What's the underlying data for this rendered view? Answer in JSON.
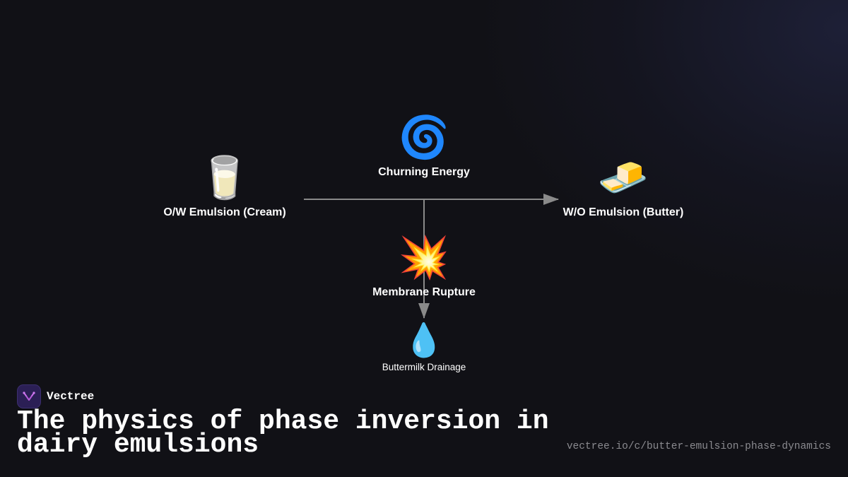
{
  "diagram": {
    "nodes": [
      {
        "id": "cream",
        "icon": "milk-glass",
        "glyph": "🥛",
        "label": "O/W Emulsion (Cream)"
      },
      {
        "id": "energy",
        "icon": "cyclone",
        "glyph": "🌀",
        "label": "Churning Energy"
      },
      {
        "id": "butter",
        "icon": "butter",
        "glyph": "🧈",
        "label": "W/O Emulsion (Butter)"
      },
      {
        "id": "rupture",
        "icon": "collision",
        "glyph": "💥",
        "label": "Membrane Rupture"
      },
      {
        "id": "buttermilk",
        "icon": "droplet",
        "glyph": "💧",
        "label": "Buttermilk Drainage"
      }
    ],
    "edges": [
      {
        "from": "cream",
        "to": "butter"
      },
      {
        "from": "energy",
        "to": "buttermilk"
      }
    ],
    "edge_color": "#8a8a8a"
  },
  "footer": {
    "brand_name": "Vectree",
    "title": "The physics of phase inversion in dairy emulsions",
    "url": "vectree.io/c/butter-emulsion-phase-dynamics"
  },
  "colors": {
    "background": "#111116",
    "logo_bg": "#2b1f55",
    "logo_accent": "#b45ad8",
    "text": "#ffffff",
    "muted": "#8a8a8f"
  }
}
